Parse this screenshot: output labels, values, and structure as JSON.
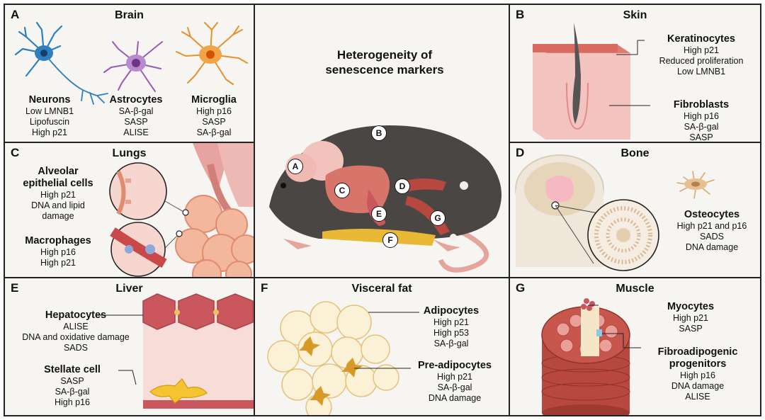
{
  "title": [
    "Heterogeneity of",
    "senescence markers"
  ],
  "panels": {
    "A": {
      "letter": "A",
      "title": "Brain",
      "cells": [
        {
          "name": "Neurons",
          "markers": [
            "Low LMNB1",
            "Lipofuscin",
            "High p21"
          ]
        },
        {
          "name": "Astrocytes",
          "markers": [
            "SA-β-gal",
            "SASP",
            "ALISE"
          ]
        },
        {
          "name": "Microglia",
          "markers": [
            "High p16",
            "SASP",
            "SA-β-gal"
          ]
        }
      ]
    },
    "B": {
      "letter": "B",
      "title": "Skin",
      "cells": [
        {
          "name": "Keratinocytes",
          "markers": [
            "High p21",
            "Reduced proliferation",
            "Low LMNB1"
          ]
        },
        {
          "name": "Fibroblasts",
          "markers": [
            "High p16",
            "SA-β-gal",
            "SASP"
          ]
        }
      ]
    },
    "C": {
      "letter": "C",
      "title": "Lungs",
      "cells": [
        {
          "name": "Alveolar epithelial cells",
          "name_lines": [
            "Alveolar",
            "epithelial cells"
          ],
          "markers": [
            "High p21",
            "DNA and lipid",
            "damage"
          ]
        },
        {
          "name": "Macrophages",
          "markers": [
            "High p16",
            "High p21"
          ]
        }
      ]
    },
    "D": {
      "letter": "D",
      "title": "Bone",
      "cells": [
        {
          "name": "Osteocytes",
          "markers": [
            "High p21 and p16",
            "SADS",
            "DNA damage"
          ]
        }
      ]
    },
    "E": {
      "letter": "E",
      "title": "Liver",
      "cells": [
        {
          "name": "Hepatocytes",
          "markers": [
            "ALISE",
            "DNA and oxidative damage",
            "SADS"
          ]
        },
        {
          "name": "Stellate cell",
          "markers": [
            "SASP",
            "SA-β-gal",
            "High p16"
          ]
        }
      ]
    },
    "F": {
      "letter": "F",
      "title": "Visceral fat",
      "cells": [
        {
          "name": "Adipocytes",
          "markers": [
            "High p21",
            "High p53",
            "SA-β-gal"
          ]
        },
        {
          "name": "Pre-adipocytes",
          "markers": [
            "High p21",
            "SA-β-gal",
            "DNA damage"
          ]
        }
      ]
    },
    "G": {
      "letter": "G",
      "title": "Muscle",
      "cells": [
        {
          "name": "Myocytes",
          "markers": [
            "High p21",
            "SASP"
          ]
        },
        {
          "name": "Fibroadipogenic progenitors",
          "name_lines": [
            "Fibroadipogenic",
            "progenitors"
          ],
          "markers": [
            "High p16",
            "DNA damage",
            "ALISE"
          ]
        }
      ]
    }
  },
  "badges": [
    "A",
    "B",
    "C",
    "D",
    "E",
    "F",
    "G"
  ],
  "colors": {
    "border": "#222222",
    "panel_bg": "#f6f5f1",
    "mouse": "#4a4643",
    "liver": "#d8756a",
    "muscle": "#b7483f",
    "fat": "#e9b935",
    "neuron": "#2f7fbf",
    "astrocyte": "#9b59b6",
    "microglia": "#e8902c"
  }
}
